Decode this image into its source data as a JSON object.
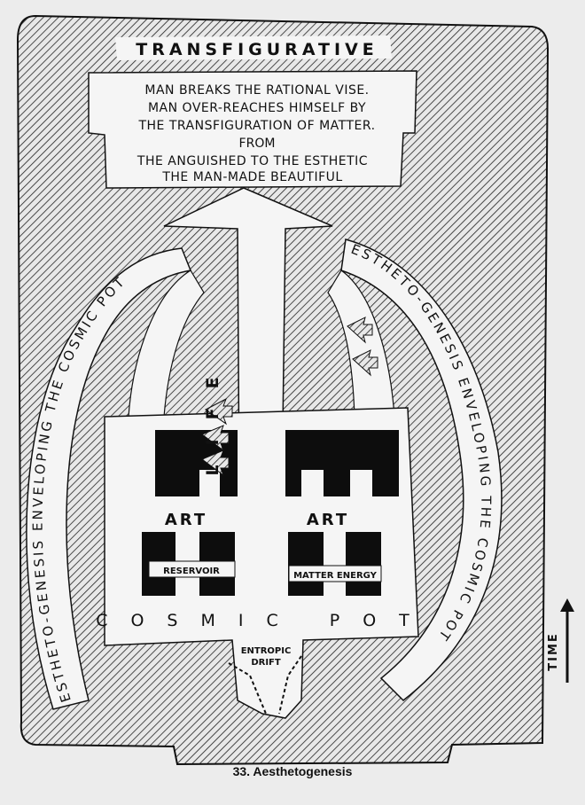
{
  "header": "TRANSFIGURATIVE",
  "banner_lines": [
    "MAN BREAKS THE RATIONAL VISE.",
    "MAN OVER-REACHES HIMSELF BY",
    "THE TRANSFIGURATION OF MATTER.",
    "FROM",
    "THE ANGUISHED TO THE ESTHETIC",
    "THE MAN-MADE BEAUTIFUL"
  ],
  "life_label": "LIFE",
  "art_left": "ART",
  "art_right": "ART",
  "reservoir_label": "RESERVOIR",
  "matter_energy_label": "MATTER ENERGY",
  "cosmic_pot_label": "COSMIC POT",
  "entropic_label_1": "ENTROPIC",
  "entropic_label_2": "DRIFT",
  "left_arc_label": "ESTHETO-GENESIS ENVELOPING THE COSMIC POT",
  "right_arc_label": "ESTHETO-GENESIS ENVELOPING THE COSMIC POT",
  "time_label": "TIME",
  "caption": "33. Aesthetogenesis"
}
